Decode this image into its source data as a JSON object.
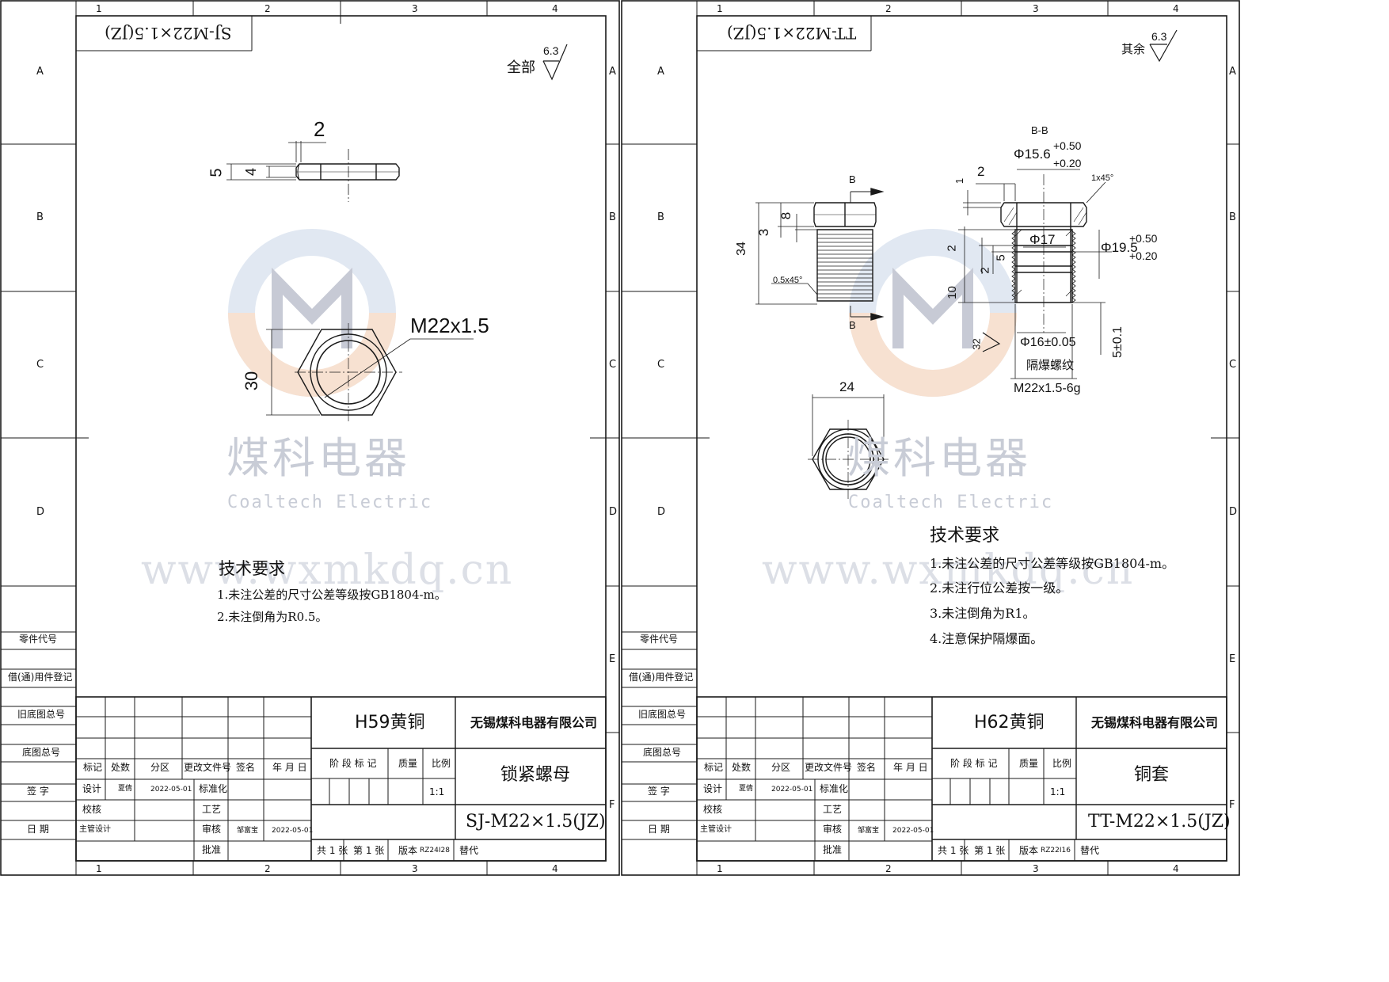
{
  "sheets": [
    {
      "code_mirror": "SJ-M22×1.5(JZ)",
      "roughness_prefix": "全部",
      "roughness_value": "6.3",
      "dims": {
        "thk_small": "2",
        "thk_a": "5",
        "thk_b": "4",
        "thread": "M22x1.5",
        "across": "30"
      },
      "tech_title": "技术要求",
      "tech_items": [
        "1.未注公差的尺寸公差等级按GB1804-m。",
        "2.未注倒角为R0.5。"
      ],
      "material": "H59黄铜",
      "company": "无锡煤科电器有限公司",
      "part_name": "锁紧螺母",
      "drawing_no": "SJ-M22×1.5(JZ)",
      "scale": "1:1",
      "designer": "夏倩",
      "design_date": "2022-05-01",
      "reviewer": "邹富宝",
      "review_date": "2022-05-01",
      "version": "RZ24I28"
    },
    {
      "code_mirror": "TT-M22×1.5(JZ)",
      "roughness_prefix": "其余",
      "roughness_value": "6.3",
      "dims": {
        "section": "B-B",
        "d156": "Φ15.6",
        "d156_up": "+0.50",
        "d156_dn": "+0.20",
        "chamfer1": "1x45°",
        "two": "2",
        "one": "1",
        "b_top": "B",
        "b_bot": "B",
        "eight": "8",
        "three": "3",
        "len34": "34",
        "chamfer05": "0.5x45°",
        "d17": "Φ17",
        "d195": "Φ19.5",
        "d195_up": "+0.50",
        "d195_dn": "+0.20",
        "two_b": "2",
        "five": "5",
        "two_c": "2",
        "ten": "10",
        "r32": "32",
        "d16": "Φ16±0.05",
        "five01": "5±0.1",
        "flame": "隔爆螺纹",
        "thread": "M22x1.5-6g",
        "hex": "24"
      },
      "tech_title": "技术要求",
      "tech_items": [
        "1.未注公差的尺寸公差等级按GB1804-m。",
        "2.未注行位公差按一级。",
        "3.未注倒角为R1。",
        "4.注意保护隔爆面。"
      ],
      "material": "H62黄铜",
      "company": "无锡煤科电器有限公司",
      "part_name": "铜套",
      "drawing_no": "TT-M22×1.5(JZ)",
      "scale": "1:1",
      "designer": "夏倩",
      "design_date": "2022-05-01",
      "reviewer": "邹富宝",
      "review_date": "2022-05-01",
      "version": "RZ22I16"
    }
  ],
  "frame": {
    "col_labels": [
      "1",
      "2",
      "3",
      "4"
    ],
    "row_labels": [
      "A",
      "B",
      "C",
      "D",
      "E",
      "F"
    ],
    "side_labels": [
      "零件代号",
      "借(通)用件登记",
      "旧底图总号",
      "底图总号",
      "签 字",
      "日 期"
    ]
  },
  "title_block": {
    "h_mark": "标记",
    "h_count": "处数",
    "h_zone": "分区",
    "h_change": "更改文件号",
    "h_sign": "签名",
    "h_date": "年 月 日",
    "r_design": "设计",
    "r_check": "校核",
    "r_chief": "主管设计",
    "r_std": "标准化",
    "r_craft": "工艺",
    "r_review": "审核",
    "r_approve": "批准",
    "h_stage": "阶 段 标 记",
    "h_mass": "质量",
    "h_scale": "比例",
    "sheets_total": "共 1 张",
    "sheet_no": "第 1 张",
    "version_label": "版本",
    "replace": "替代"
  },
  "watermark": {
    "cn": "煤科电器",
    "en": "Coaltech Electric",
    "url": "www.wxmkdq.cn"
  },
  "colors": {
    "line": "#1a1a1a",
    "watermark_blue": "#c9d6e8",
    "watermark_orange": "#f1c9ad",
    "watermark_gray": "#9aa0b4"
  }
}
